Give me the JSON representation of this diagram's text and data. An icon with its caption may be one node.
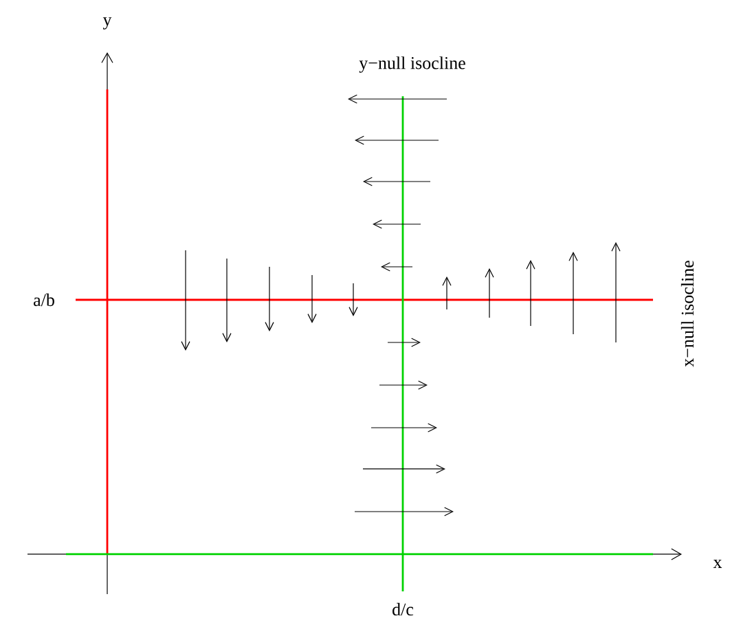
{
  "diagram": {
    "labels": [
      "y",
      "y−null isocline",
      "x−null isocline",
      "a/b",
      "x",
      "d/c"
    ]
  }
}
